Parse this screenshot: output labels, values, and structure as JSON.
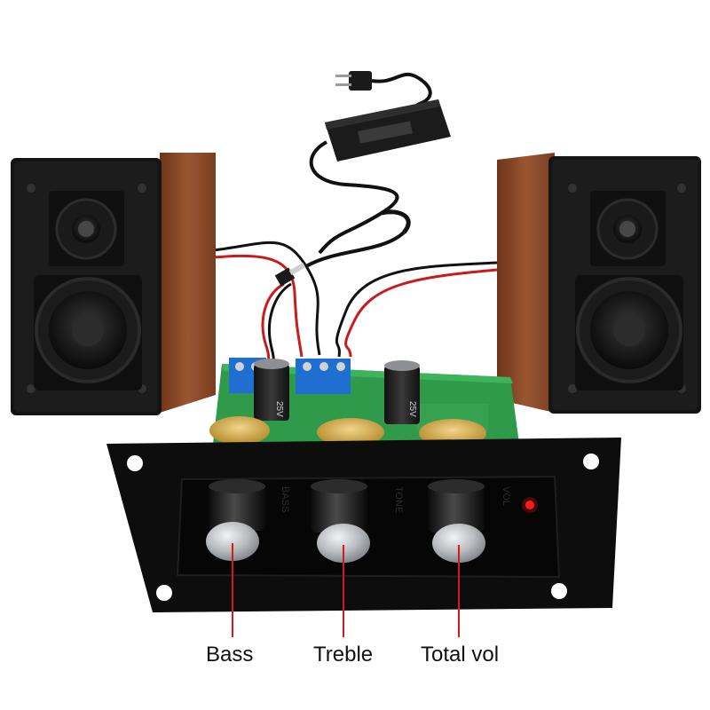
{
  "labels": {
    "bass": "Bass",
    "treble": "Treble",
    "total_vol": "Total vol"
  },
  "panel_print": {
    "bass": "BASS",
    "tone": "TONE",
    "vol": "VOL"
  },
  "board_print": {
    "cap_voltage": "25V"
  },
  "colors": {
    "wood": "#8a4a2a",
    "speaker_face": "#151515",
    "panel": "#0d0d0d",
    "pcb": "#2f9a4a",
    "terminal": "#1f6fd0",
    "wire_red": "#d01c1c",
    "wire_black": "#111111",
    "callout_line": "#d01c1c",
    "led": "#ff1a1a",
    "knob_metal": "#c9ccd0"
  },
  "icons": [
    "power-plug-icon",
    "power-adapter-icon",
    "speaker-icon",
    "led-indicator-icon"
  ]
}
